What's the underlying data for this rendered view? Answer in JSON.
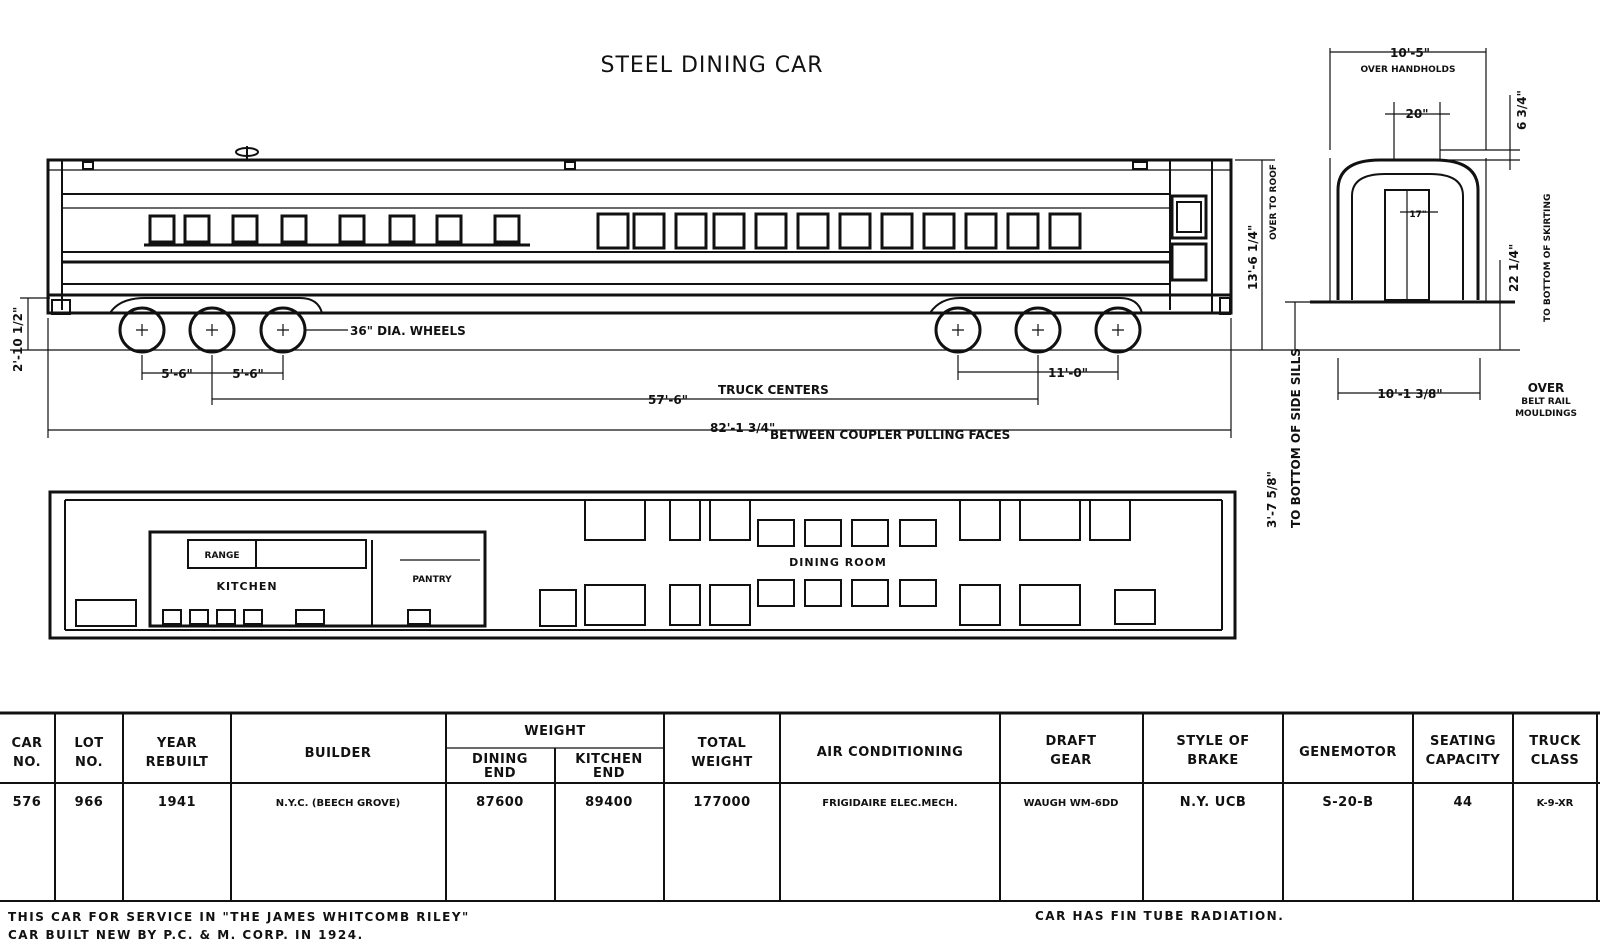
{
  "title": "STEEL DINING CAR",
  "side_view": {
    "wheel_label": "36\" DIA. WHEELS",
    "wheel_spacing_a": "5'-6\"",
    "wheel_spacing_b": "5'-6\"",
    "wheel_spacing_c": "11'-0\"",
    "truck_centers_value": "57'-6\"",
    "truck_centers_label": "TRUCK CENTERS",
    "coupler_value": "82'-1 3/4\"",
    "coupler_label": "BETWEEN COUPLER PULLING FACES",
    "height_value": "13'-6 1/4\"",
    "height_label": "OVER TO ROOF",
    "left_height": "2'-10 1/2\""
  },
  "end_view": {
    "handholds_value": "10'-5\"",
    "handholds_label": "OVER HANDHOLDS",
    "roof_width": "20\"",
    "center_width": "17\"",
    "roof_height": "6 3/4\"",
    "skirting_value": "22 1/4\"",
    "skirting_label": "TO BOTTOM OF SKIRTING",
    "sidesill_value": "3'-7 5/8\"",
    "sidesill_label": "TO BOTTOM OF SIDE SILLS",
    "belt_value": "10'-1 3/8\"",
    "belt_label_1": "OVER",
    "belt_label_2": "BELT RAIL",
    "belt_label_3": "MOULDINGS"
  },
  "plan_view": {
    "range": "RANGE",
    "kitchen": "KITCHEN",
    "pantry": "PANTRY",
    "dining_room": "DINING ROOM"
  },
  "table": {
    "headers": {
      "car_no_1": "CAR",
      "car_no_2": "NO.",
      "lot_no_1": "LOT",
      "lot_no_2": "NO.",
      "year_1": "YEAR",
      "year_2": "REBUILT",
      "builder": "BUILDER",
      "weight": "WEIGHT",
      "dining_end_1": "DINING",
      "dining_end_2": "END",
      "kitchen_end_1": "KITCHEN",
      "kitchen_end_2": "END",
      "total_1": "TOTAL",
      "total_2": "WEIGHT",
      "air": "AIR CONDITIONING",
      "draft_1": "DRAFT",
      "draft_2": "GEAR",
      "brake_1": "STYLE OF",
      "brake_2": "BRAKE",
      "genemotor": "GENEMOTOR",
      "seating_1": "SEATING",
      "seating_2": "CAPACITY",
      "truck_1": "TRUCK",
      "truck_2": "CLASS"
    },
    "row": {
      "car_no": "576",
      "lot_no": "966",
      "year": "1941",
      "builder": "N.Y.C. (BEECH GROVE)",
      "dining_end": "87600",
      "kitchen_end": "89400",
      "total": "177000",
      "air": "FRIGIDAIRE ELEC.MECH.",
      "draft": "WAUGH WM-6DD",
      "brake": "N.Y. UCB",
      "genemotor": "S-20-B",
      "seating": "44",
      "truck": "K-9-XR"
    }
  },
  "notes": {
    "line1": "THIS CAR FOR SERVICE IN \"THE JAMES WHITCOMB RILEY\"",
    "line2": "CAR BUILT NEW BY P.C. & M. CORP. IN 1924.",
    "right": "CAR HAS FIN TUBE RADIATION."
  }
}
